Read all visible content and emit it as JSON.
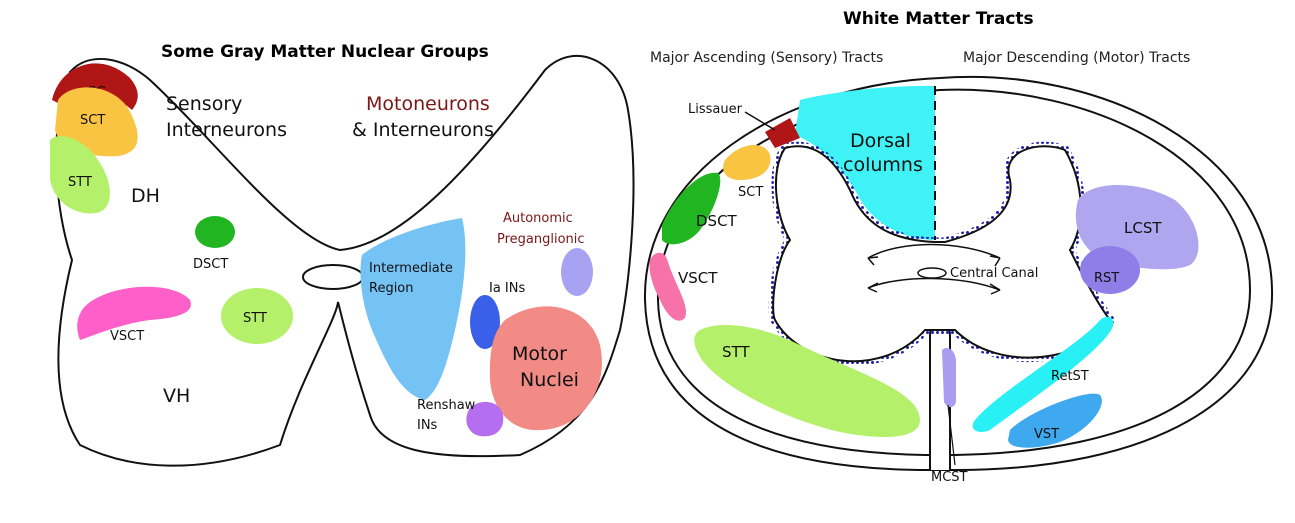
{
  "left_panel": {
    "title": "Some Gray Matter Nuclear Groups",
    "sensory_label": [
      "Sensory",
      "Interneurons"
    ],
    "moto_label": [
      "Motoneurons",
      "& Interneurons"
    ],
    "labels": {
      "sg": "SG",
      "sct": "SCT",
      "stt_dorsal": "STT",
      "dh": "DH",
      "dsct": "DSCT",
      "vsct": "VSCT",
      "stt_ventral": "STT",
      "vh": "VH",
      "intermediate": [
        "Intermediate",
        "Region"
      ],
      "autonomic": [
        "Autonomic",
        "Preganglionic"
      ],
      "ia_ins": "Ia INs",
      "motor_nuclei": [
        "Motor",
        "Nuclei"
      ],
      "renshaw": [
        "Renshaw",
        "INs"
      ]
    }
  },
  "right_panel": {
    "title": "White Matter Tracts",
    "ascending_header": "Major Ascending (Sensory) Tracts",
    "descending_header": "Major Descending (Motor) Tracts",
    "labels": {
      "lissauer": "Lissauer",
      "dorsal_columns": [
        "Dorsal",
        "columns"
      ],
      "sct": "SCT",
      "dsct": "DSCT",
      "vsct": "VSCT",
      "stt": "STT",
      "central_canal": "Central Canal",
      "lcst": "LCST",
      "rst": "RST",
      "retst": "RetST",
      "vst": "VST",
      "mcst": "MCST"
    }
  },
  "colors": {
    "sg": "#b01616",
    "sct": "#f9c441",
    "stt": "#b5f06a",
    "dsct": "#22b522",
    "vsct": "#ff5fc9",
    "vsct_right": "#f772a8",
    "intermediate": "#75c3f5",
    "autonomic": "#a8a2f3",
    "ia_ins": "#3a5fe8",
    "motor_nuclei": "#f28a86",
    "renshaw": "#b56ef0",
    "dorsal_columns": "#3ef2f5",
    "lcst": "#b0a6f0",
    "rst": "#8f7ee8",
    "retst": "#28f0f5",
    "vst": "#3fa9ef",
    "mcst": "#a99df0",
    "stipple": "#2a2ab8"
  }
}
